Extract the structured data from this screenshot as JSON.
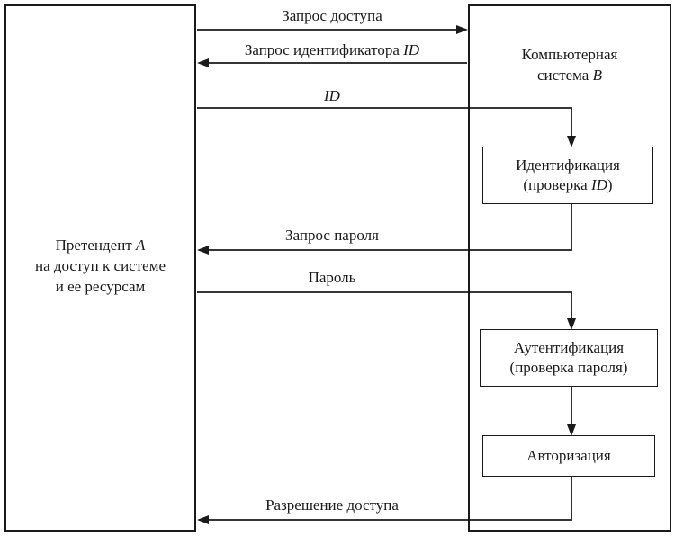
{
  "diagram": {
    "claimant": {
      "line1_prefix": "Претендент ",
      "line1_italic": "А",
      "line2": "на доступ к системе",
      "line3": "и ее ресурсам"
    },
    "system": {
      "line1": "Компьютерная",
      "line2_prefix": "система ",
      "line2_italic": "В"
    },
    "identification": {
      "line1": "Идентификация",
      "line2_prefix": "(проверка ",
      "line2_italic": "ID",
      "line2_suffix": ")"
    },
    "authentication": {
      "line1": "Аутентификация",
      "line2": "(проверка пароля)"
    },
    "authorization": {
      "label": "Авторизация"
    },
    "messages": {
      "access_request": "Запрос доступа",
      "id_request_prefix": "Запрос идентификатора ",
      "id_request_italic": "ID",
      "id": "ID",
      "password_request": "Запрос пароля",
      "password": "Пароль",
      "access_grant": "Разрешение доступа"
    },
    "colors": {
      "line": "#1a1a1a",
      "background": "#ffffff"
    }
  }
}
